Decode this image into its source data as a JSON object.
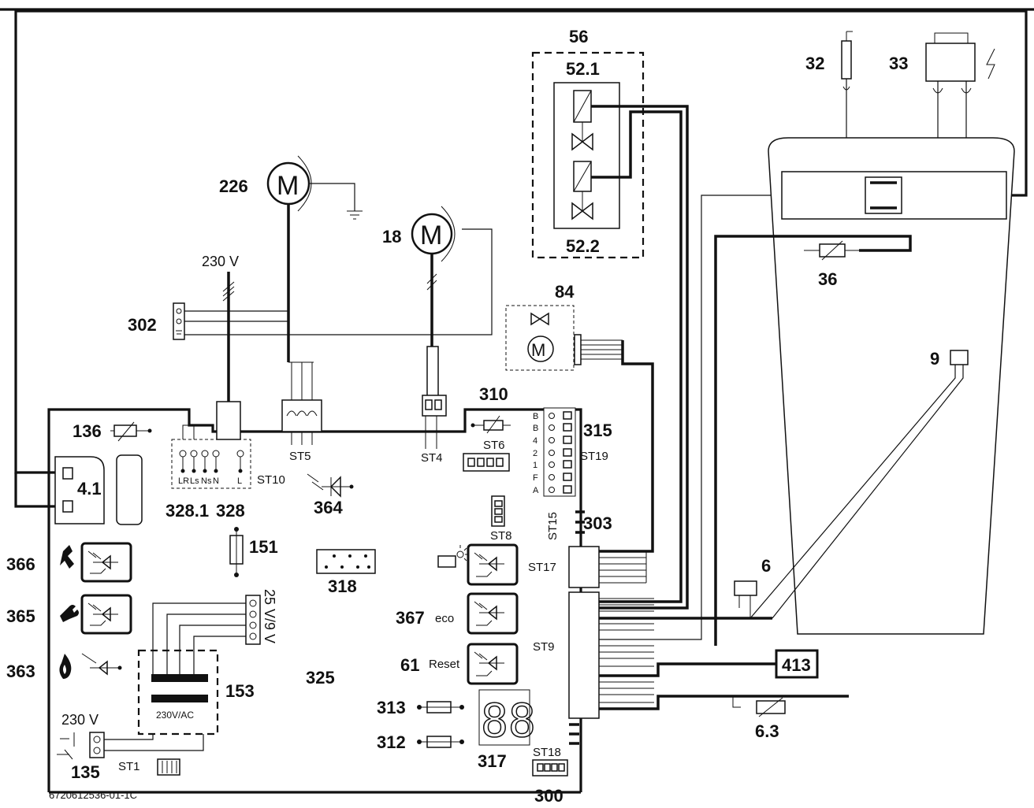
{
  "labels": {
    "n56": "56",
    "n52_1": "52.1",
    "n52_2": "52.2",
    "n32": "32",
    "n33": "33",
    "n226": "226",
    "n18": "18",
    "n84": "84",
    "n36": "36",
    "n9": "9",
    "n6": "6",
    "n413": "413",
    "n6_3": "6.3",
    "n302": "302",
    "n310": "310",
    "n315": "315",
    "n303": "303",
    "n136": "136",
    "n4_1": "4.1",
    "n328_1": "328.1",
    "n328": "328",
    "n364": "364",
    "n151": "151",
    "n318": "318",
    "n366": "366",
    "n365": "365",
    "n363": "363",
    "n153": "153",
    "n325": "325",
    "n367": "367",
    "n61": "61",
    "n313": "313",
    "n312": "312",
    "n317": "317",
    "n135": "135",
    "n300": "300"
  },
  "connectors": {
    "st5": "ST5",
    "st4": "ST4",
    "st6": "ST6",
    "st10": "ST10",
    "st19": "ST19",
    "st15": "ST15",
    "st8": "ST8",
    "st17": "ST17",
    "st9": "ST9",
    "st18": "ST18",
    "st1": "ST1"
  },
  "text": {
    "v230_top": "230 V",
    "v230_bottom": "230 V",
    "v25_9": "25 V/9 V",
    "transformer": "230V/AC",
    "eco": "eco",
    "reset": "Reset",
    "display": "88",
    "motor": "M",
    "footer": "6720612536-01-1C"
  },
  "st10_pins": [
    "LR",
    "Ls",
    "Ns",
    "N",
    "L"
  ],
  "st19_pins": [
    "B",
    "B",
    "4",
    "2",
    "1",
    "F",
    "A"
  ]
}
